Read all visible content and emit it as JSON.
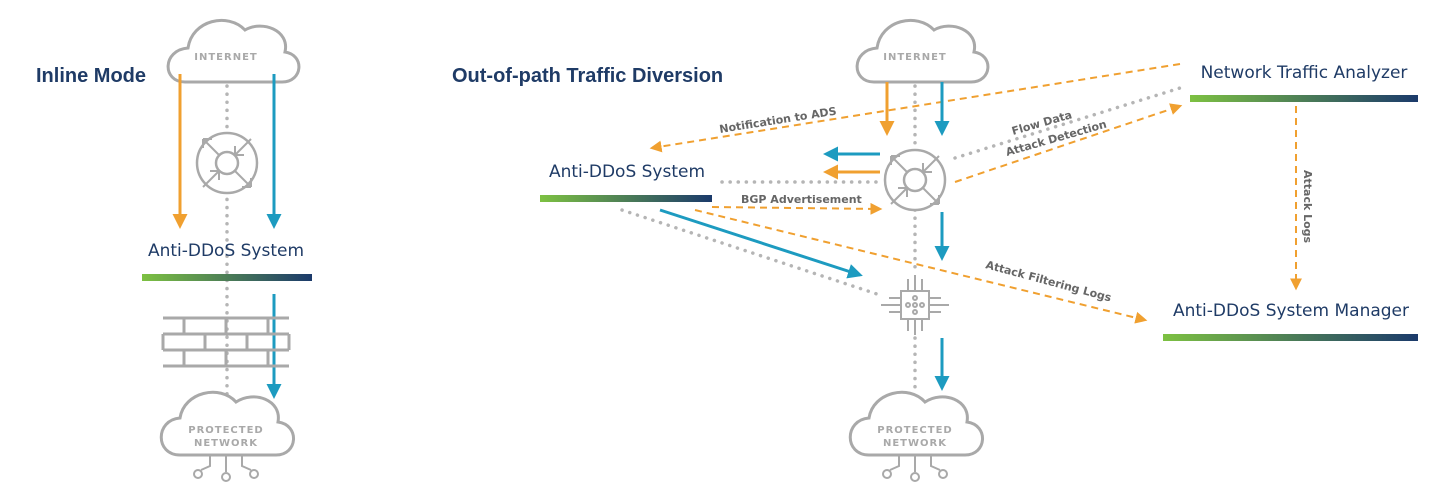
{
  "inline": {
    "title": "Inline Mode",
    "internet": "INTERNET",
    "ads": "Anti-DDoS System",
    "protected_line1": "PROTECTED",
    "protected_line2": "NETWORK"
  },
  "oop": {
    "title": "Out-of-path Traffic Diversion",
    "internet": "INTERNET",
    "ads": "Anti-DDoS System",
    "nta": "Network Traffic Analyzer",
    "manager": "Anti-DDoS System Manager",
    "protected_line1": "PROTECTED",
    "protected_line2": "NETWORK",
    "labels": {
      "notification": "Notification to ADS",
      "flow_data": "Flow Data",
      "attack_detection": "Attack Detection",
      "bgp": "BGP Advertisement",
      "attack_logs": "Attack Logs",
      "filtering_logs": "Attack Filtering Logs"
    }
  },
  "colors": {
    "navy": "#1f3b66",
    "orange": "#f0a030",
    "blue": "#1d9bc0",
    "grey": "#a9a9a9",
    "bar_start": "#7dc142",
    "bar_end": "#1b3a6b"
  }
}
